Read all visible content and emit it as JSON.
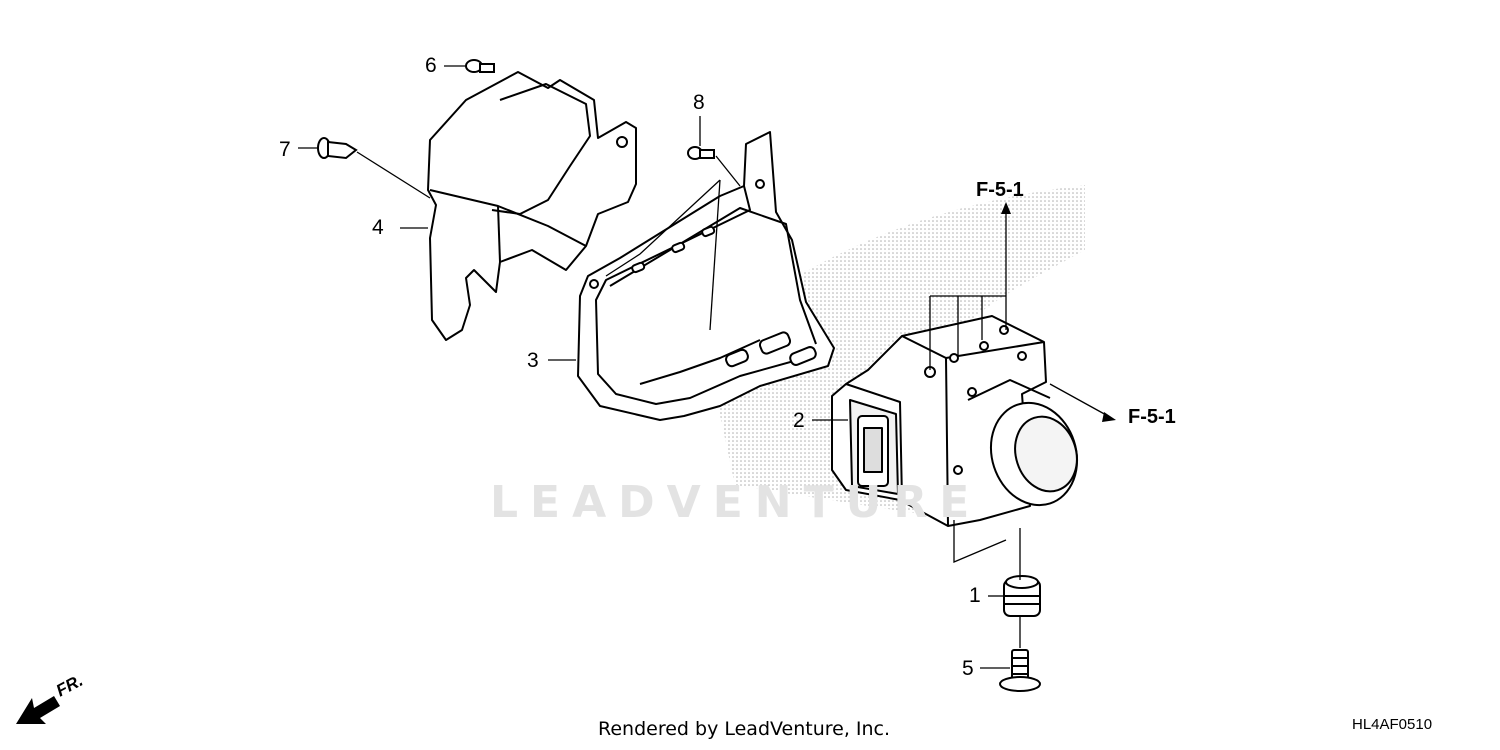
{
  "diagram": {
    "callouts": [
      "1",
      "2",
      "3",
      "4",
      "5",
      "6",
      "7",
      "8"
    ],
    "references": [
      "F-5-1",
      "F-5-1"
    ],
    "watermark": "LEADVENTURE",
    "footer": "Rendered by LeadVenture, Inc.",
    "diagram_code": "HL4AF0510",
    "front_marker": "FR."
  },
  "colors": {
    "line": "#000000",
    "stipple": "#b5b5b5",
    "watermark": "#e3e3e3"
  }
}
